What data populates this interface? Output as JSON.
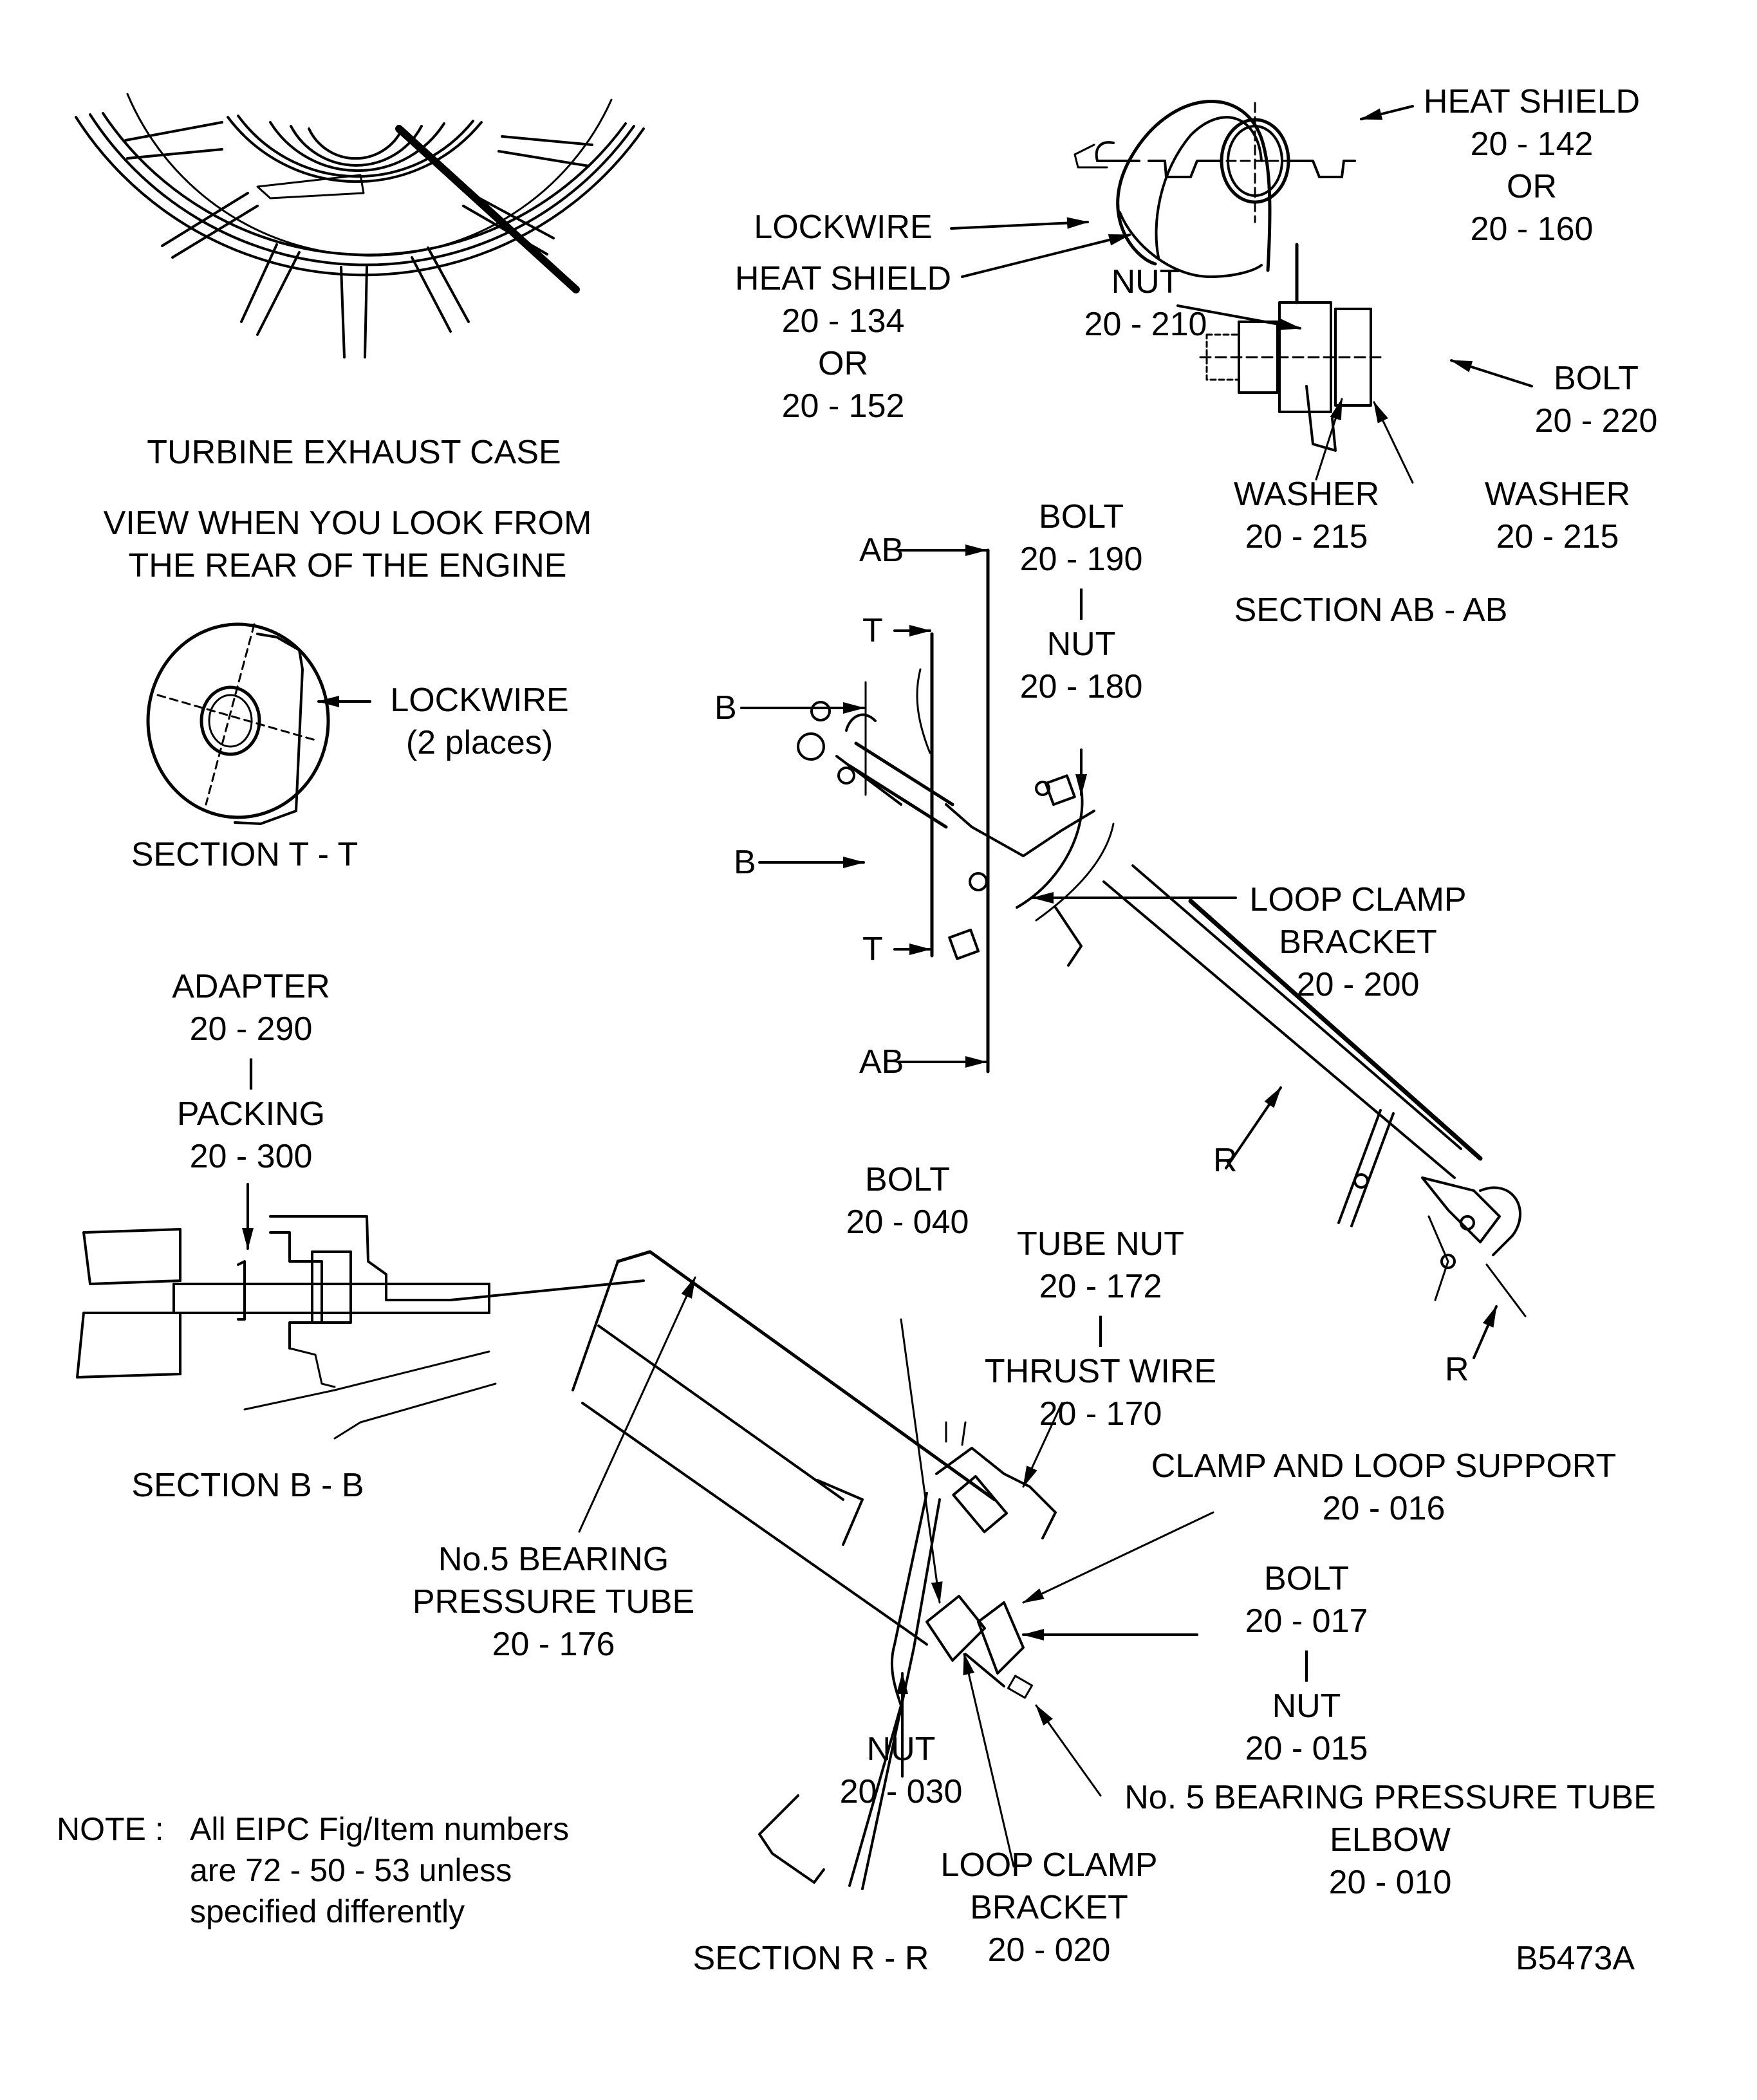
{
  "figure": {
    "id": "B5473A",
    "note": {
      "prefix": "NOTE :",
      "lines": [
        "All EIPC Fig/Item numbers",
        "are 72 - 50 - 53 unless",
        "specified differently"
      ]
    },
    "views": {
      "turbine_exhaust_case": {
        "title": "TURBINE EXHAUST CASE",
        "subtitle": [
          "VIEW WHEN YOU LOOK FROM",
          "THE REAR OF THE ENGINE"
        ]
      },
      "section_ab": {
        "title": "SECTION AB - AB",
        "labels": {
          "heat_shield_top": [
            "HEAT SHIELD",
            "20 - 142",
            "OR",
            "20 - 160"
          ],
          "lockwire": [
            "LOCKWIRE"
          ],
          "heat_shield_left": [
            "HEAT SHIELD",
            "20 - 134",
            "OR",
            "20 - 152"
          ],
          "nut": [
            "NUT",
            "20 - 210"
          ],
          "bolt": [
            "BOLT",
            "20 - 220"
          ],
          "washer_left": [
            "WASHER",
            "20 - 215"
          ],
          "washer_right": [
            "WASHER",
            "20 - 215"
          ]
        }
      },
      "section_t": {
        "title": "SECTION T - T",
        "labels": {
          "lockwire": [
            "LOCKWIRE",
            "(2 places)"
          ]
        }
      },
      "section_b": {
        "title": "SECTION B - B",
        "labels": {
          "adapter_packing": [
            "ADAPTER",
            "20 - 290",
            "|",
            "PACKING",
            "20 - 300"
          ]
        }
      },
      "main_view": {
        "cut_markers": {
          "ab": "AB",
          "t": "T",
          "b": "B",
          "r": "R"
        },
        "labels": {
          "bolt_nut": [
            "BOLT",
            "20 - 190",
            "|",
            "NUT",
            "20 - 180"
          ],
          "loop_clamp_bracket": [
            "LOOP CLAMP",
            "BRACKET",
            "20 - 200"
          ]
        }
      },
      "section_r": {
        "title": "SECTION R - R",
        "labels": {
          "bolt": [
            "BOLT",
            "20 - 040"
          ],
          "tube_nut_thrust_wire": [
            "TUBE NUT",
            "20 - 172",
            "|",
            "THRUST WIRE",
            "20 - 170"
          ],
          "clamp_loop_support": [
            "CLAMP AND LOOP SUPPORT",
            "20 - 016"
          ],
          "bolt_nut": [
            "BOLT",
            "20 - 017",
            "|",
            "NUT",
            "20 - 015"
          ],
          "pressure_tube": [
            "No.5 BEARING",
            "PRESSURE TUBE",
            "20 - 176"
          ],
          "nut": [
            "NUT",
            "20 - 030"
          ],
          "elbow": [
            "No. 5 BEARING PRESSURE TUBE",
            "ELBOW",
            "20 - 010"
          ],
          "loop_clamp_bracket": [
            "LOOP CLAMP",
            "BRACKET",
            "20 - 020"
          ]
        }
      }
    }
  }
}
